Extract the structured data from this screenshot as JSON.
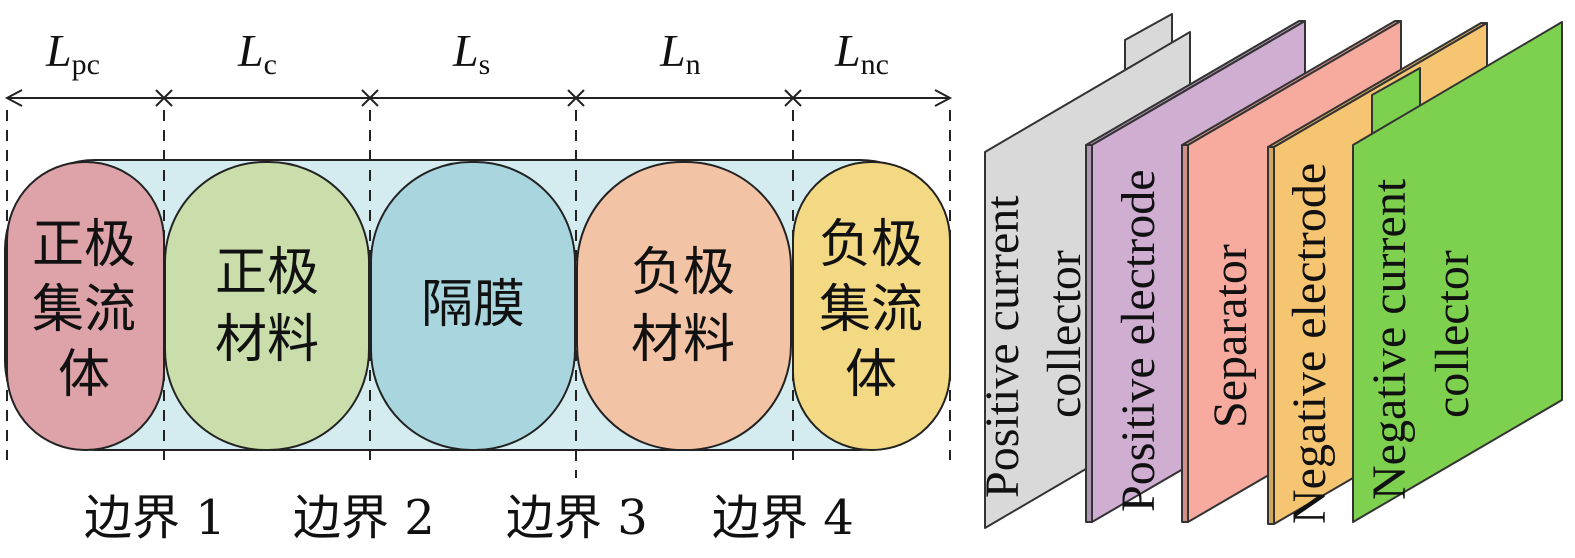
{
  "dimensions": [
    {
      "main": "L",
      "sub": "pc"
    },
    {
      "main": "L",
      "sub": "c"
    },
    {
      "main": "L",
      "sub": "s"
    },
    {
      "main": "L",
      "sub": "n"
    },
    {
      "main": "L",
      "sub": "nc"
    }
  ],
  "regions": [
    {
      "line1": "正极",
      "line2": "集流",
      "line3": "体",
      "fill": "#dea3a9"
    },
    {
      "line1": "正极",
      "line2": "材料",
      "fill": "#c9deaa"
    },
    {
      "line1": "隔膜",
      "fill": "#a9d6de"
    },
    {
      "line1": "负极",
      "line2": "材料",
      "fill": "#f3c3a6"
    },
    {
      "line1": "负极",
      "line2": "集流",
      "line3": "体",
      "fill": "#f3d984"
    }
  ],
  "boundaries": [
    "边界 1",
    "边界 2",
    "边界 3",
    "边界 4"
  ],
  "layers": [
    {
      "line1": "Positive current",
      "line2": "collector",
      "fill": "#d9d9d9"
    },
    {
      "line1": "Positive electrode",
      "fill": "#cfaed2"
    },
    {
      "line1": "Separator",
      "fill": "#f7ab9f"
    },
    {
      "line1": "Negative electrode",
      "fill": "#f5c571"
    },
    {
      "line1": "Negative current",
      "line2": "collector",
      "fill": "#7ed04f"
    }
  ],
  "colors": {
    "background_band": "#d4ecef",
    "stroke": "#222222"
  }
}
